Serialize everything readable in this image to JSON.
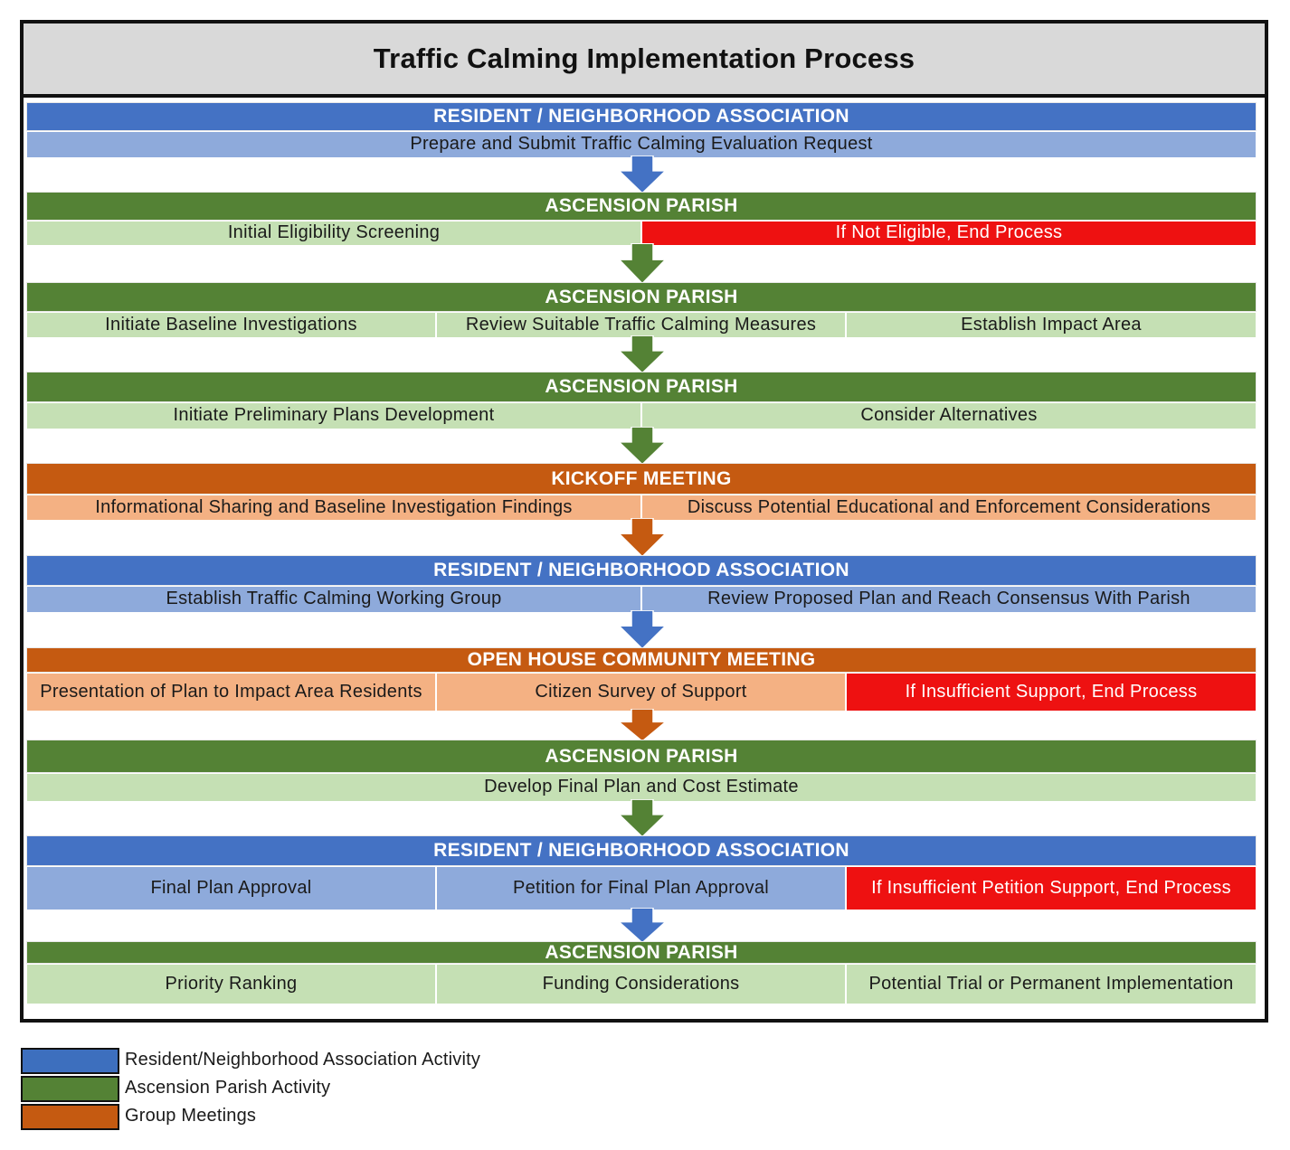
{
  "title": "Traffic Calming Implementation Process",
  "colors": {
    "blue_head": "#4472c4",
    "blue_cell": "#8eaadb",
    "green_head": "#548235",
    "green_cell": "#c5e0b4",
    "orange_head": "#c55a11",
    "orange_cell": "#f4b183",
    "red": "#ee1111"
  },
  "steps": [
    {
      "heading": "RESIDENT / NEIGHBORHOOD ASSOCIATION",
      "color": "blue",
      "cells": [
        {
          "text": "Prepare and Submit Traffic Calming Evaluation Request"
        }
      ]
    },
    {
      "heading": "ASCENSION PARISH",
      "color": "green",
      "cells": [
        {
          "text": "Initial Eligibility Screening"
        },
        {
          "text": "If Not Eligible, End Process",
          "red": true
        }
      ]
    },
    {
      "heading": "ASCENSION PARISH",
      "color": "green",
      "cells": [
        {
          "text": "Initiate Baseline Investigations"
        },
        {
          "text": "Review Suitable Traffic Calming Measures"
        },
        {
          "text": "Establish Impact Area"
        }
      ]
    },
    {
      "heading": "ASCENSION PARISH",
      "color": "green",
      "cells": [
        {
          "text": "Initiate Preliminary Plans Development"
        },
        {
          "text": "Consider Alternatives"
        }
      ]
    },
    {
      "heading": "KICKOFF MEETING",
      "color": "orange",
      "cells": [
        {
          "text": "Informational Sharing and Baseline Investigation Findings"
        },
        {
          "text": "Discuss Potential Educational and Enforcement Considerations"
        }
      ]
    },
    {
      "heading": "RESIDENT / NEIGHBORHOOD ASSOCIATION",
      "color": "blue",
      "cells": [
        {
          "text": "Establish Traffic Calming Working Group"
        },
        {
          "text": "Review Proposed Plan and Reach Consensus With Parish"
        }
      ]
    },
    {
      "heading": "OPEN HOUSE COMMUNITY MEETING",
      "color": "orange",
      "cells": [
        {
          "text": "Presentation of Plan to Impact Area Residents"
        },
        {
          "text": "Citizen Survey of Support"
        },
        {
          "text": "If Insufficient Support, End Process",
          "red": true
        }
      ]
    },
    {
      "heading": "ASCENSION PARISH",
      "color": "green",
      "cells": [
        {
          "text": "Develop Final Plan and Cost Estimate"
        }
      ]
    },
    {
      "heading": "RESIDENT / NEIGHBORHOOD ASSOCIATION",
      "color": "blue",
      "cells": [
        {
          "text": "Final Plan Approval"
        },
        {
          "text": "Petition for Final Plan Approval"
        },
        {
          "text": "If Insufficient Petition Support, End Process",
          "red": true
        }
      ]
    },
    {
      "heading": "ASCENSION PARISH",
      "color": "green",
      "cells": [
        {
          "text": "Priority Ranking"
        },
        {
          "text": "Funding Considerations"
        },
        {
          "text": "Potential Trial or Permanent Implementation"
        }
      ]
    }
  ],
  "legend": [
    {
      "label": "Resident/Neighborhood Association Activity",
      "color": "#3d6fbe"
    },
    {
      "label": "Ascension Parish Activity",
      "color": "#548235"
    },
    {
      "label": "Group Meetings",
      "color": "#c55a11"
    }
  ]
}
